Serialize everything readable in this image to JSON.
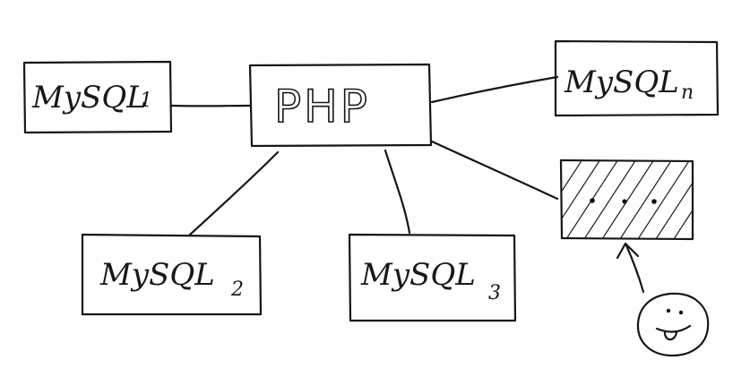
{
  "diagram": {
    "center": {
      "label": "PHP"
    },
    "nodes": [
      {
        "id": "mysql-1",
        "name": "MySQL",
        "sub": "1"
      },
      {
        "id": "mysql-2",
        "name": "MySQL",
        "sub": "2"
      },
      {
        "id": "mysql-3",
        "name": "MySQL",
        "sub": "3"
      },
      {
        "id": "mysql-n",
        "name": "MySQL",
        "sub": "n"
      }
    ],
    "ellipsis_box": {
      "content": "• • •"
    },
    "user": {
      "icon": "smiley-face-icon"
    },
    "connections": [
      [
        "php",
        "mysql-1"
      ],
      [
        "php",
        "mysql-2"
      ],
      [
        "php",
        "mysql-3"
      ],
      [
        "php",
        "mysql-n"
      ],
      [
        "php",
        "ellipsis-box"
      ],
      [
        "user",
        "ellipsis-box"
      ]
    ]
  }
}
